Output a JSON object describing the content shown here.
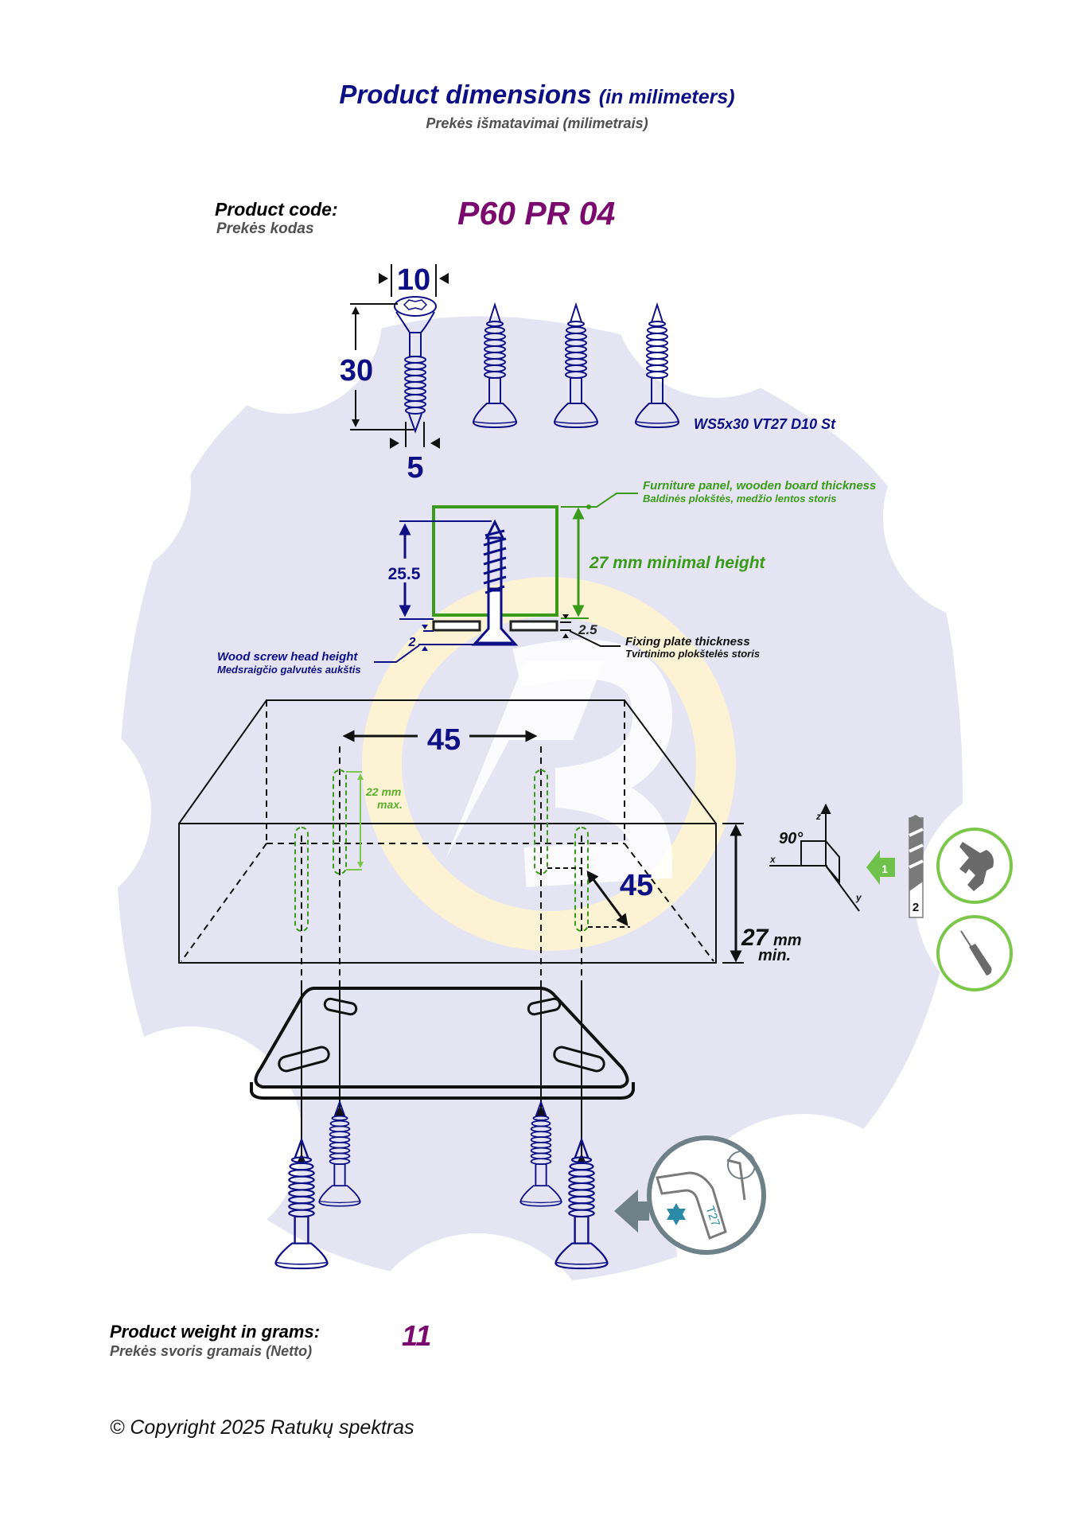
{
  "header": {
    "title": "Product dimensions",
    "title_unit": "(in milimeters)",
    "subtitle": "Prekės išmatavimai (milimetrais)"
  },
  "product_code": {
    "label": "Product code:",
    "label_lt": "Prekės kodas",
    "value": "P60 PR 04"
  },
  "screw": {
    "head_diameter": "10",
    "length": "30",
    "shank_diameter": "5",
    "spec": "WS5x30 VT27 D10 St"
  },
  "cross_section": {
    "screw_depth": "25.5",
    "panel_label": "Furniture panel, wooden board thickness",
    "panel_label_lt": "Baldinės plokštės, medžio lentos storis",
    "min_height_label": "27 mm minimal height",
    "plate_thickness": "2.5",
    "plate_label": "Fixing plate thickness",
    "plate_label_lt": "Tvirtinimo plokštelės storis",
    "head_height": "2",
    "head_label": "Wood screw head height",
    "head_label_lt": "Medsraigčio galvutės aukštis"
  },
  "board": {
    "hole_spacing_x": "45",
    "hole_spacing_y": "45",
    "drill_depth": "22 mm",
    "drill_depth_note": "max.",
    "thickness": "27",
    "thickness_unit": "mm",
    "thickness_note": "min.",
    "angle": "90°",
    "axis_x": "x",
    "axis_y": "y",
    "axis_z": "z"
  },
  "tools": {
    "step": "1",
    "drill_bit_size": "2",
    "torx_size": "T27",
    "icons": [
      "drill-icon",
      "awl-icon",
      "torx-key-icon"
    ]
  },
  "weight": {
    "label": "Product weight in grams:",
    "label_lt": "Prekės svoris gramais (Netto)",
    "value": "11"
  },
  "footer": {
    "copyright": "© Copyright 2025 Ratukų spektras"
  },
  "colors": {
    "navy": "#0d0f85",
    "purple": "#7a0a6e",
    "green": "#3a9a1a",
    "background_gear": "#e4e4f3",
    "logo_yellow": "#fdf4d0",
    "tool_gray": "#6e8088"
  }
}
